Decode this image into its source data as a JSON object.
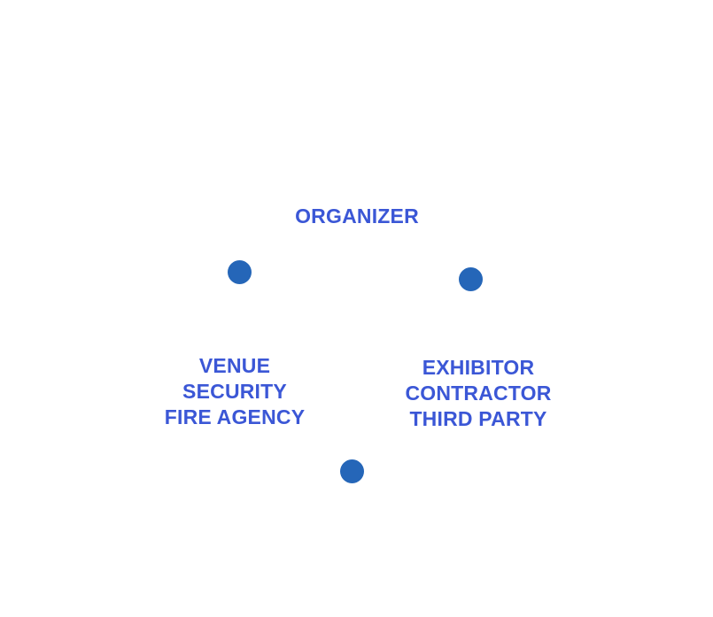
{
  "groups": {
    "organizer": {
      "lines": [
        "ORGANIZER"
      ]
    },
    "venue": {
      "lines": [
        "VENUE",
        "SECURITY",
        "FIRE AGENCY"
      ]
    },
    "exhibitor": {
      "lines": [
        "EXHIBITOR",
        "CONTRACTOR",
        "THIRD PARTY"
      ]
    }
  },
  "colors": {
    "label_text": "#3b57d6",
    "dot": "#2566b8",
    "background": "#ffffff"
  }
}
